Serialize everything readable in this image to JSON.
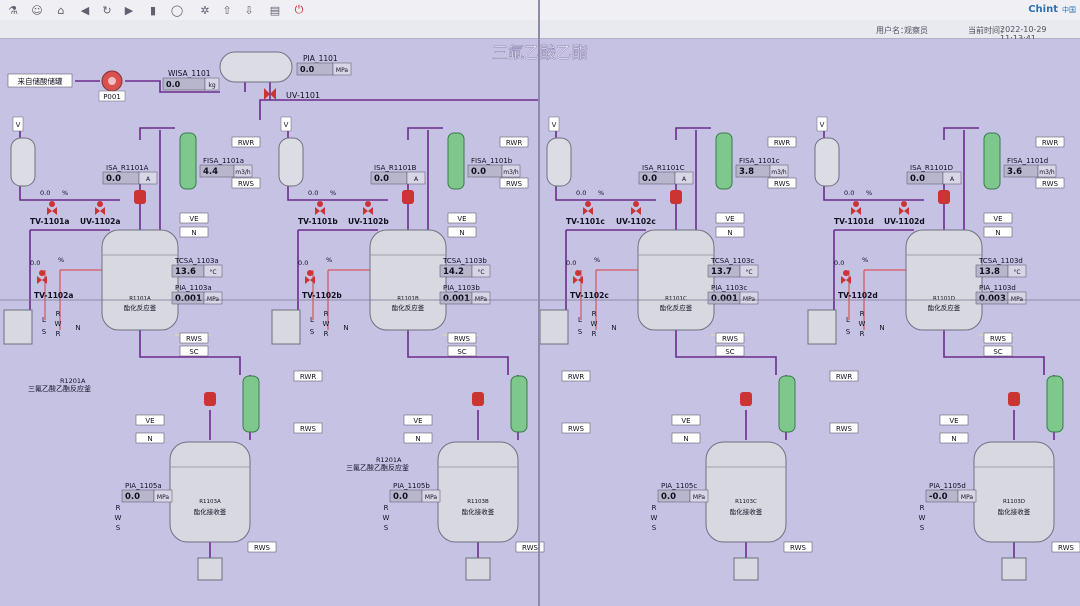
{
  "toolbar": {
    "brand": "Chint",
    "brand_suffix": "中国"
  },
  "userbar": {
    "user_label": "用户名：",
    "user_value": "观察员",
    "time_label": "当前时间：",
    "time_value": "2022-10-29 11:13:41"
  },
  "title": "三氟乙酸乙酯",
  "colors": {
    "bg": "#c6c2e4",
    "pipe": "#6a2c8c",
    "vessel": "#d8d8de",
    "column": "#7ec88e",
    "valve": "#cc3333"
  },
  "feed": {
    "source": "来自储酸储罐",
    "pump": "P001",
    "wisa_tag": "WISA_1101",
    "wisa_val": "0.0",
    "wisa_unit": "kg",
    "pia_tag": "PIA_1101",
    "pia_val": "0.0",
    "pia_unit": "MPa",
    "valve": "UV-1101"
  },
  "common": {
    "v": "V",
    "rwr": "RWR",
    "rws": "RWS",
    "ve": "VE",
    "n": "N",
    "sc": "SC",
    "l": "L",
    "s": "S",
    "r": "R",
    "w": "W",
    "pct": "%",
    "zero": "0.0"
  },
  "units": [
    {
      "tv1": "TV-1101a",
      "uv2": "UV-1102a",
      "tv2": "TV-1102a",
      "isa_tag": "ISA_R1101A",
      "isa_val": "0.0",
      "isa_unit": "A",
      "fisa_tag": "FISA_1101a",
      "fisa_val": "4.4",
      "fisa_unit": "m3/h",
      "tcsa_tag": "TCSA_1103a",
      "tcsa_val": "13.6",
      "tcsa_unit": "°C",
      "pia_tag": "PIA_1103a",
      "pia_val": "0.001",
      "pia_unit": "MPa",
      "rid": "R1101A",
      "rname": "酯化反应釜"
    },
    {
      "tv1": "TV-1101b",
      "uv2": "UV-1102b",
      "tv2": "TV-1102b",
      "isa_tag": "ISA_R1101B",
      "isa_val": "0.0",
      "isa_unit": "A",
      "fisa_tag": "FISA_1101b",
      "fisa_val": "0.0",
      "fisa_unit": "m3/h",
      "tcsa_tag": "TCSA_1103b",
      "tcsa_val": "14.2",
      "tcsa_unit": "°C",
      "pia_tag": "PIA_1103b",
      "pia_val": "0.001",
      "pia_unit": "MPa",
      "rid": "R1101B",
      "rname": "酯化反应釜"
    },
    {
      "tv1": "TV-1101c",
      "uv2": "UV-1102c",
      "tv2": "TV-1102c",
      "isa_tag": "ISA_R1101C",
      "isa_val": "0.0",
      "isa_unit": "A",
      "fisa_tag": "FISA_1101c",
      "fisa_val": "3.8",
      "fisa_unit": "m3/h",
      "tcsa_tag": "TCSA_1103c",
      "tcsa_val": "13.7",
      "tcsa_unit": "°C",
      "pia_tag": "PIA_1103c",
      "pia_val": "0.001",
      "pia_unit": "MPa",
      "rid": "R1101C",
      "rname": "酯化反应釜"
    },
    {
      "tv1": "TV-1101d",
      "uv2": "UV-1102d",
      "tv2": "TV-1102d",
      "isa_tag": "ISA_R1101D",
      "isa_val": "0.0",
      "isa_unit": "A",
      "fisa_tag": "FISA_1101d",
      "fisa_val": "3.6",
      "fisa_unit": "m3/h",
      "tcsa_tag": "TCSA_1103d",
      "tcsa_val": "13.8",
      "tcsa_unit": "°C",
      "pia_tag": "PIA_1103d",
      "pia_val": "0.003",
      "pia_unit": "MPa",
      "rid": "R1101D",
      "rname": "酯化反应釜"
    }
  ],
  "lower": [
    {
      "pia_tag": "PIA_1105a",
      "pia_val": "0.0",
      "pia_unit": "MPa",
      "rid": "R1103A",
      "rname": "酯化接收釜"
    },
    {
      "pia_tag": "PIA_1105b",
      "pia_val": "0.0",
      "pia_unit": "MPa",
      "rid": "R1103B",
      "rname": "酯化接收釜"
    },
    {
      "pia_tag": "PIA_1105c",
      "pia_val": "0.0",
      "pia_unit": "MPa",
      "rid": "R1103C",
      "rname": "酯化接收釜"
    },
    {
      "pia_tag": "PIA_1105d",
      "pia_val": "-0.0",
      "pia_unit": "MPa",
      "rid": "R1103D",
      "rname": "酯化接收釜"
    }
  ],
  "notes": [
    {
      "id": "R1201A",
      "text": "三氟乙酸乙酯反应釜"
    },
    {
      "id": "R1201A",
      "text": "三氟乙酸乙酯反应釜"
    }
  ]
}
